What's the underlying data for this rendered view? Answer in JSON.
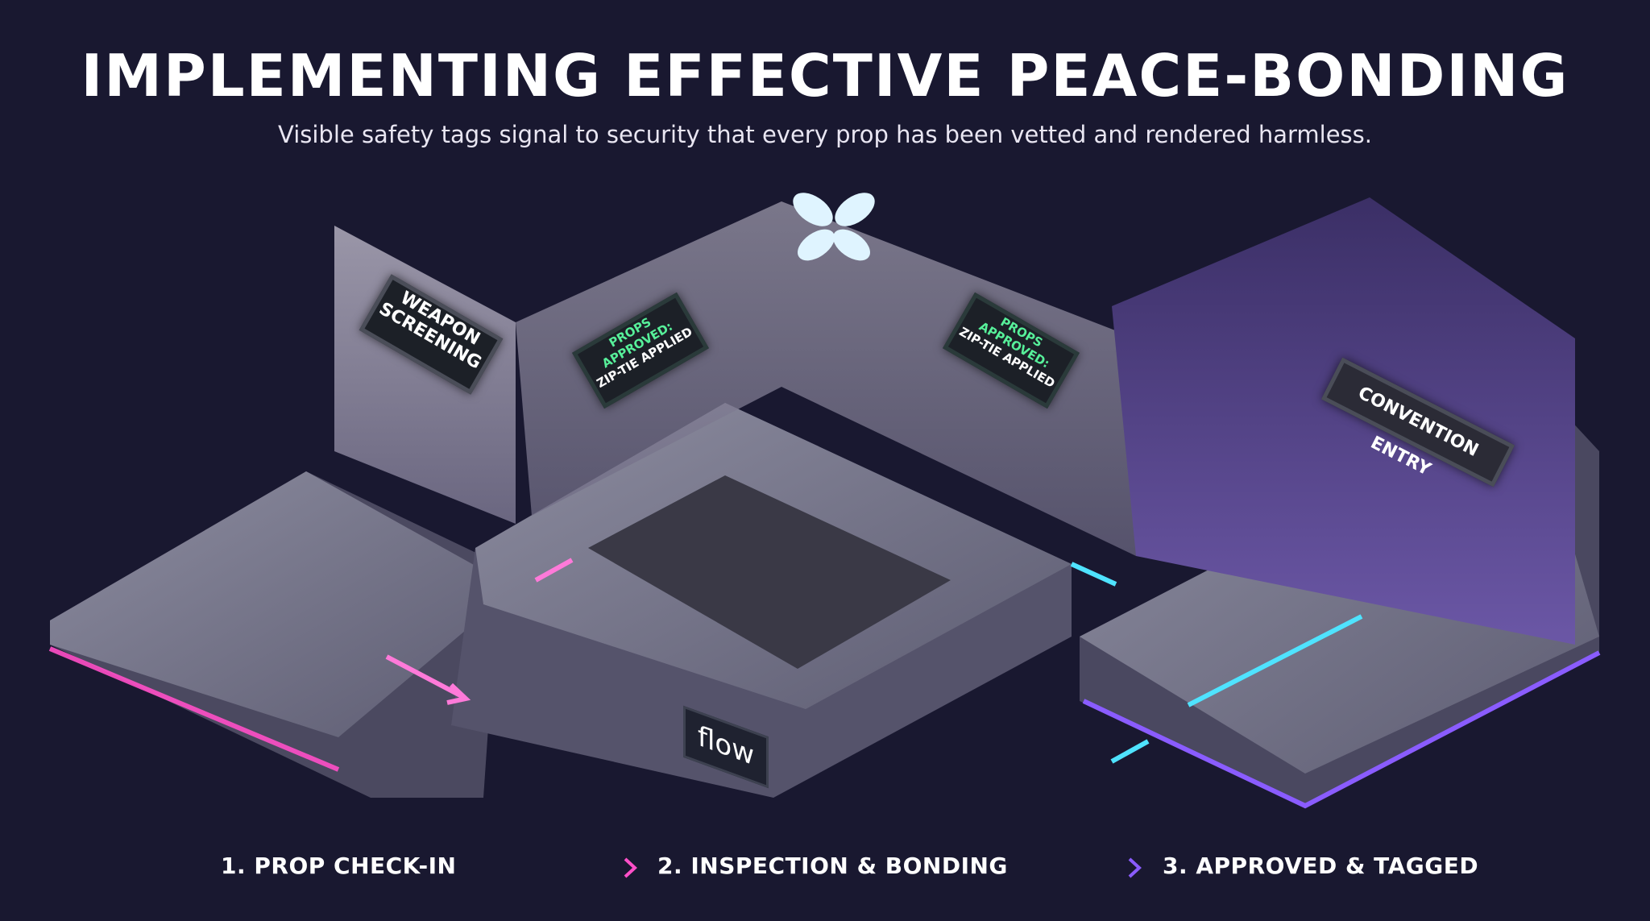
{
  "header": {
    "title": "IMPLEMENTING EFFECTIVE PEACE-BONDING",
    "subtitle": "Visible safety tags signal to security that every prop has been vetted and rendered harmless."
  },
  "scene": {
    "signs": {
      "weapon_screening": "WEAPON SCREENING",
      "props_left_line1": "PROPS APPROVED:",
      "props_left_line2": "ZIP-TIE APPLIED",
      "props_right_line1": "PROPS APPROVED:",
      "props_right_line2": "ZIP-TIE APPLIED",
      "convention_entry": "CONVENTION ENTRY"
    },
    "logo_text": "flow",
    "colors": {
      "pink": "#ff4fc8",
      "cyan": "#4fe3ff",
      "purple": "#8a5cff",
      "green": "#57f09a"
    }
  },
  "steps": [
    {
      "label": "1. PROP CHECK-IN"
    },
    {
      "label": "2. INSPECTION & BONDING"
    },
    {
      "label": "3. APPROVED & TAGGED"
    }
  ]
}
